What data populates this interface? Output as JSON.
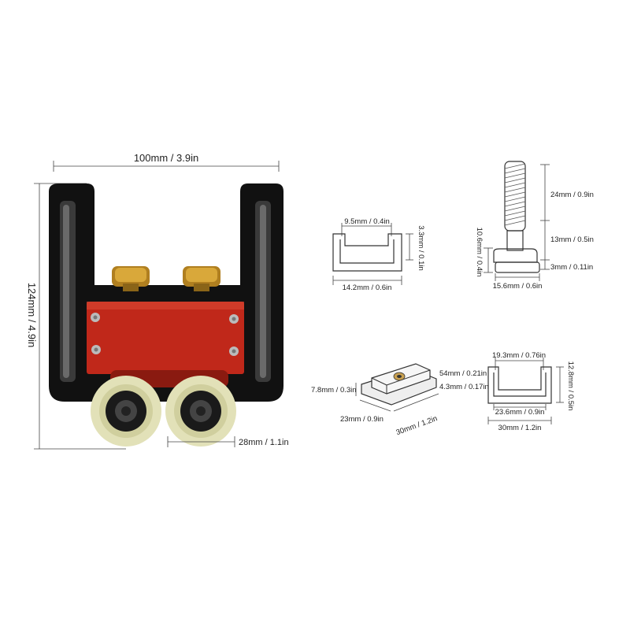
{
  "colors": {
    "frame": "#111111",
    "plate": "#c0281a",
    "knob": "#c8962a",
    "wheel": "#e2e1b8",
    "background": "#ffffff"
  },
  "main_tool": {
    "width_label": "100mm / 3.9in",
    "height_label": "124mm / 4.9in",
    "wheel_label": "28mm / 1.1in"
  },
  "track_top_left": {
    "inner_width": "9.5mm / 0.4in",
    "depth": "3.3mm / 0.1in",
    "outer_width": "14.2mm / 0.6in"
  },
  "bolt": {
    "thread_length": "24mm / 0.9in",
    "shank_length": "13mm / 0.5in",
    "head_height": "10.6mm / 0.4in",
    "head_thickness": "3mm / 0.11in",
    "head_width": "15.6mm / 0.6in"
  },
  "slider": {
    "height": "7.8mm / 0.3in",
    "top_thickness": "54mm / 0.21in",
    "base_thickness": "4.3mm / 0.17in",
    "width": "23mm / 0.9in",
    "length": "30mm / 1.2in"
  },
  "track_bottom_right": {
    "top_width": "19.3mm / 0.76in",
    "depth": "12.8mm / 0.5in",
    "inner_width": "23.6mm / 0.9in",
    "outer_width": "30mm / 1.2in"
  }
}
